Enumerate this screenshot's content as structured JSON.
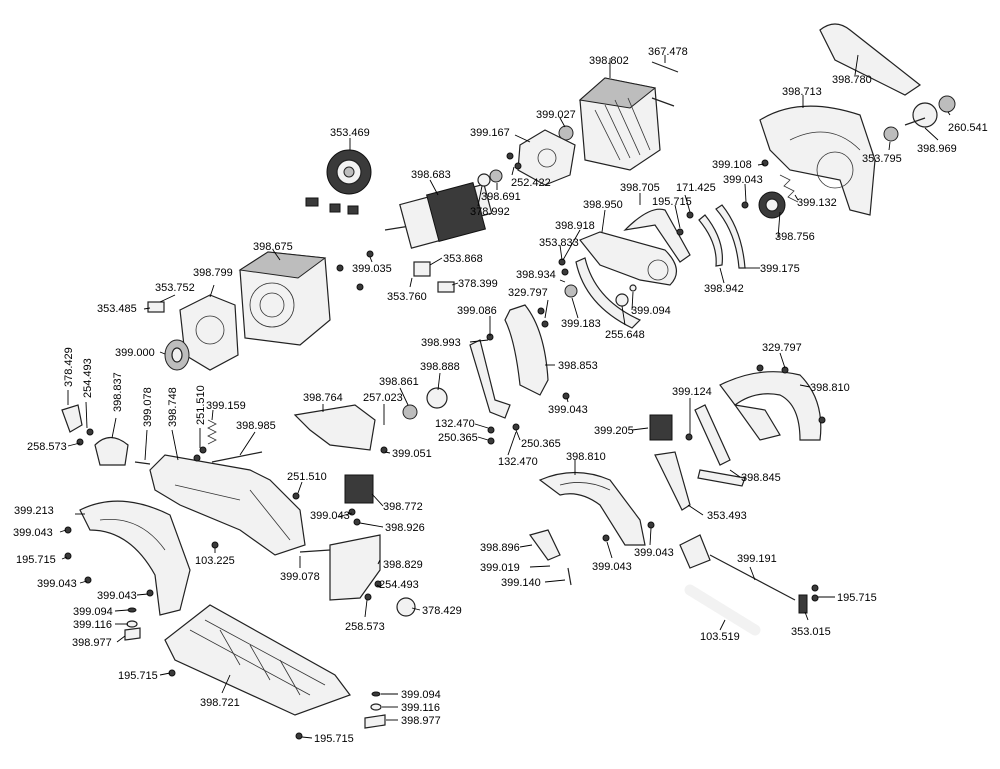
{
  "labels": [
    {
      "id": "l-398-802-a",
      "text": "398.802"
    },
    {
      "id": "l-367-478",
      "text": "367.478"
    },
    {
      "id": "l-398-780",
      "text": "398.780"
    },
    {
      "id": "l-399-027",
      "text": "399.027"
    },
    {
      "id": "l-398-713",
      "text": "398.713"
    },
    {
      "id": "l-353-469",
      "text": "353.469"
    },
    {
      "id": "l-399-167",
      "text": "399.167"
    },
    {
      "id": "l-260-541",
      "text": "260.541"
    },
    {
      "id": "l-252-422",
      "text": "252.422"
    },
    {
      "id": "l-353-795",
      "text": "353.795"
    },
    {
      "id": "l-398-969",
      "text": "398.969"
    },
    {
      "id": "l-398-683",
      "text": "398.683"
    },
    {
      "id": "l-398-691",
      "text": "398.691"
    },
    {
      "id": "l-399-108",
      "text": "399.108"
    },
    {
      "id": "l-398-705",
      "text": "398.705"
    },
    {
      "id": "l-171-425",
      "text": "171.425"
    },
    {
      "id": "l-399-043-a",
      "text": "399.043"
    },
    {
      "id": "l-378-992",
      "text": "378.992"
    },
    {
      "id": "l-195-715-a",
      "text": "195.715"
    },
    {
      "id": "l-399-132",
      "text": "399.132"
    },
    {
      "id": "l-398-950",
      "text": "398.950"
    },
    {
      "id": "l-398-918",
      "text": "398.918"
    },
    {
      "id": "l-398-756",
      "text": "398.756"
    },
    {
      "id": "l-353-833",
      "text": "353.833"
    },
    {
      "id": "l-398-675",
      "text": "398.675"
    },
    {
      "id": "l-353-868",
      "text": "353.868"
    },
    {
      "id": "l-399-175",
      "text": "399.175"
    },
    {
      "id": "l-399-035",
      "text": "399.035"
    },
    {
      "id": "l-398-799",
      "text": "398.799"
    },
    {
      "id": "l-398-934",
      "text": "398.934"
    },
    {
      "id": "l-378-399",
      "text": "378.399"
    },
    {
      "id": "l-398-942",
      "text": "398.942"
    },
    {
      "id": "l-353-752",
      "text": "353.752"
    },
    {
      "id": "l-329-797-a",
      "text": "329.797"
    },
    {
      "id": "l-353-760",
      "text": "353.760"
    },
    {
      "id": "l-353-485",
      "text": "353.485"
    },
    {
      "id": "l-399-086",
      "text": "399.086"
    },
    {
      "id": "l-399-094-a",
      "text": "399.094"
    },
    {
      "id": "l-399-183",
      "text": "399.183"
    },
    {
      "id": "l-255-648",
      "text": "255.648"
    },
    {
      "id": "l-398-993",
      "text": "398.993"
    },
    {
      "id": "l-329-797-b",
      "text": "329.797"
    },
    {
      "id": "l-378-429-a",
      "text": "378.429"
    },
    {
      "id": "l-399-000",
      "text": "399.000"
    },
    {
      "id": "l-398-853",
      "text": "398.853"
    },
    {
      "id": "l-254-493-a",
      "text": "254.493"
    },
    {
      "id": "l-398-888",
      "text": "398.888"
    },
    {
      "id": "l-398-861",
      "text": "398.861"
    },
    {
      "id": "l-398-810-a",
      "text": "398.810"
    },
    {
      "id": "l-399-124",
      "text": "399.124"
    },
    {
      "id": "l-398-837",
      "text": "398.837"
    },
    {
      "id": "l-398-764",
      "text": "398.764"
    },
    {
      "id": "l-257-023",
      "text": "257.023"
    },
    {
      "id": "l-399-078-a",
      "text": "399.078"
    },
    {
      "id": "l-398-748",
      "text": "398.748"
    },
    {
      "id": "l-399-159",
      "text": "399.159"
    },
    {
      "id": "l-399-043-b",
      "text": "399.043"
    },
    {
      "id": "l-132-470-a",
      "text": "132.470"
    },
    {
      "id": "l-251-510-a",
      "text": "251.510"
    },
    {
      "id": "l-398-985",
      "text": "398.985"
    },
    {
      "id": "l-399-205",
      "text": "399.205"
    },
    {
      "id": "l-250-365-a",
      "text": "250.365"
    },
    {
      "id": "l-250-365-b",
      "text": "250.365"
    },
    {
      "id": "l-258-573-a",
      "text": "258.573"
    },
    {
      "id": "l-399-051",
      "text": "399.051"
    },
    {
      "id": "l-132-470-b",
      "text": "132.470"
    },
    {
      "id": "l-398-810-b",
      "text": "398.810"
    },
    {
      "id": "l-398-845",
      "text": "398.845"
    },
    {
      "id": "l-251-510-b",
      "text": "251.510"
    },
    {
      "id": "l-398-772",
      "text": "398.772"
    },
    {
      "id": "l-399-213",
      "text": "399.213"
    },
    {
      "id": "l-399-043-c",
      "text": "399.043"
    },
    {
      "id": "l-398-926",
      "text": "398.926"
    },
    {
      "id": "l-353-493",
      "text": "353.493"
    },
    {
      "id": "l-399-043-d",
      "text": "399.043"
    },
    {
      "id": "l-398-896",
      "text": "398.896"
    },
    {
      "id": "l-195-715-b",
      "text": "195.715"
    },
    {
      "id": "l-103-225",
      "text": "103.225"
    },
    {
      "id": "l-399-043-e",
      "text": "399.043"
    },
    {
      "id": "l-399-078-b",
      "text": "399.078"
    },
    {
      "id": "l-398-829",
      "text": "398.829"
    },
    {
      "id": "l-399-019",
      "text": "399.019"
    },
    {
      "id": "l-399-043-f",
      "text": "399.043"
    },
    {
      "id": "l-399-191",
      "text": "399.191"
    },
    {
      "id": "l-399-043-g",
      "text": "399.043"
    },
    {
      "id": "l-254-493-b",
      "text": "254.493"
    },
    {
      "id": "l-399-140",
      "text": "399.140"
    },
    {
      "id": "l-399-043-h",
      "text": "399.043"
    },
    {
      "id": "l-195-715-c",
      "text": "195.715"
    },
    {
      "id": "l-378-429-b",
      "text": "378.429"
    },
    {
      "id": "l-399-094-b",
      "text": "399.094"
    },
    {
      "id": "l-258-573-b",
      "text": "258.573"
    },
    {
      "id": "l-353-015",
      "text": "353.015"
    },
    {
      "id": "l-399-116-a",
      "text": "399.116"
    },
    {
      "id": "l-103-519",
      "text": "103.519"
    },
    {
      "id": "l-398-977-a",
      "text": "398.977"
    },
    {
      "id": "l-195-715-d",
      "text": "195.715"
    },
    {
      "id": "l-398-721",
      "text": "398.721"
    },
    {
      "id": "l-399-094-c",
      "text": "399.094"
    },
    {
      "id": "l-399-116-b",
      "text": "399.116"
    },
    {
      "id": "l-398-977-b",
      "text": "398.977"
    },
    {
      "id": "l-195-715-e",
      "text": "195.715"
    }
  ]
}
